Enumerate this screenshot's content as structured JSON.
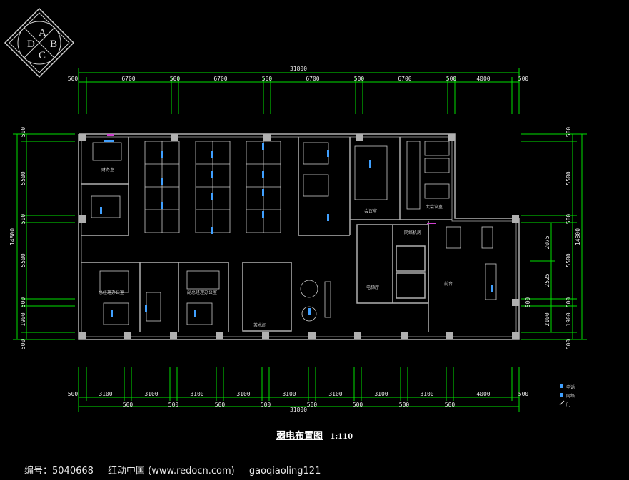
{
  "logo": {
    "letters": [
      "D",
      "A",
      "C",
      "B"
    ]
  },
  "drawing": {
    "title": "弱电布置图",
    "scale": "1:110",
    "total_width_top": "31800",
    "total_width_bottom": "31800",
    "total_height_left": "14800",
    "total_height_right": "14800",
    "top_dims": [
      "500",
      "6700",
      "500",
      "6700",
      "500",
      "6700",
      "500",
      "6700",
      "500",
      "4000",
      "500"
    ],
    "bottom_dims": [
      "500",
      "3100",
      "500",
      "3100",
      "500",
      "3100",
      "500",
      "3100",
      "500",
      "3100",
      "500",
      "3100",
      "500",
      "3100",
      "500",
      "3100",
      "500",
      "4000",
      "500"
    ],
    "left_dims": [
      "500",
      "5500",
      "500",
      "5500",
      "500",
      "1900",
      "500"
    ],
    "right_dims": [
      "500",
      "5500",
      "500",
      "5500",
      "500",
      "1900",
      "500"
    ],
    "inner_right_dims": [
      "2075",
      "2525",
      "500",
      "2100"
    ],
    "rooms": [
      "财务室",
      "会议室",
      "总经理办公室",
      "副总经理办公室",
      "大会议室",
      "前台",
      "茶水间",
      "电梯厅",
      "网络机房"
    ],
    "legend": [
      "电话",
      "网络",
      "门"
    ]
  },
  "footer": {
    "id_label": "编号：5040668",
    "site": "红动中国 (www.redocn.com)",
    "user": "gaoqiaoling121"
  },
  "colors": {
    "dimension": "#00e000",
    "wall": "#b0b0b0",
    "outlet": "#40a0ff",
    "accent": "#d040d0",
    "background": "#000000"
  }
}
